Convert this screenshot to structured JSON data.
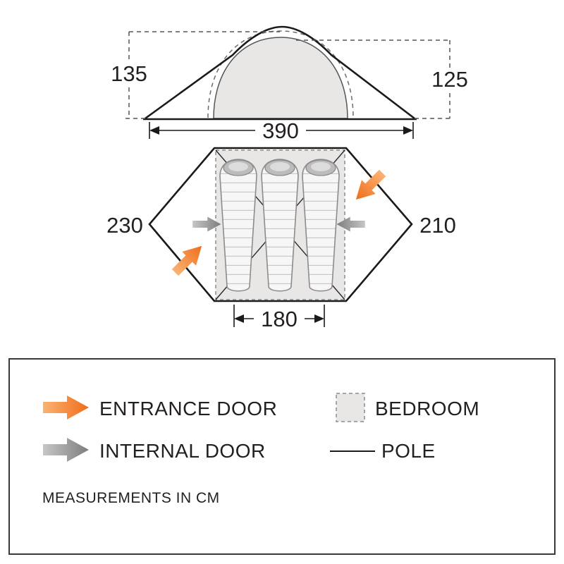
{
  "diagram": {
    "side_view": {
      "height_outer": "135",
      "height_inner": "125",
      "width": "390"
    },
    "floor_plan": {
      "width_left": "230",
      "width_right": "210",
      "bedroom_width": "180"
    }
  },
  "legend": {
    "entrance_door_label": "ENTRANCE DOOR",
    "bedroom_label": "BEDROOM",
    "internal_door_label": "INTERNAL DOOR",
    "pole_label": "POLE",
    "note": "MEASUREMENTS IN CM"
  },
  "colors": {
    "entrance_arrow": "#ef6d1a",
    "internal_arrow": "#7d7d7d",
    "bedroom_fill": "#e9e7e6",
    "outline": "#1a1a1a"
  }
}
